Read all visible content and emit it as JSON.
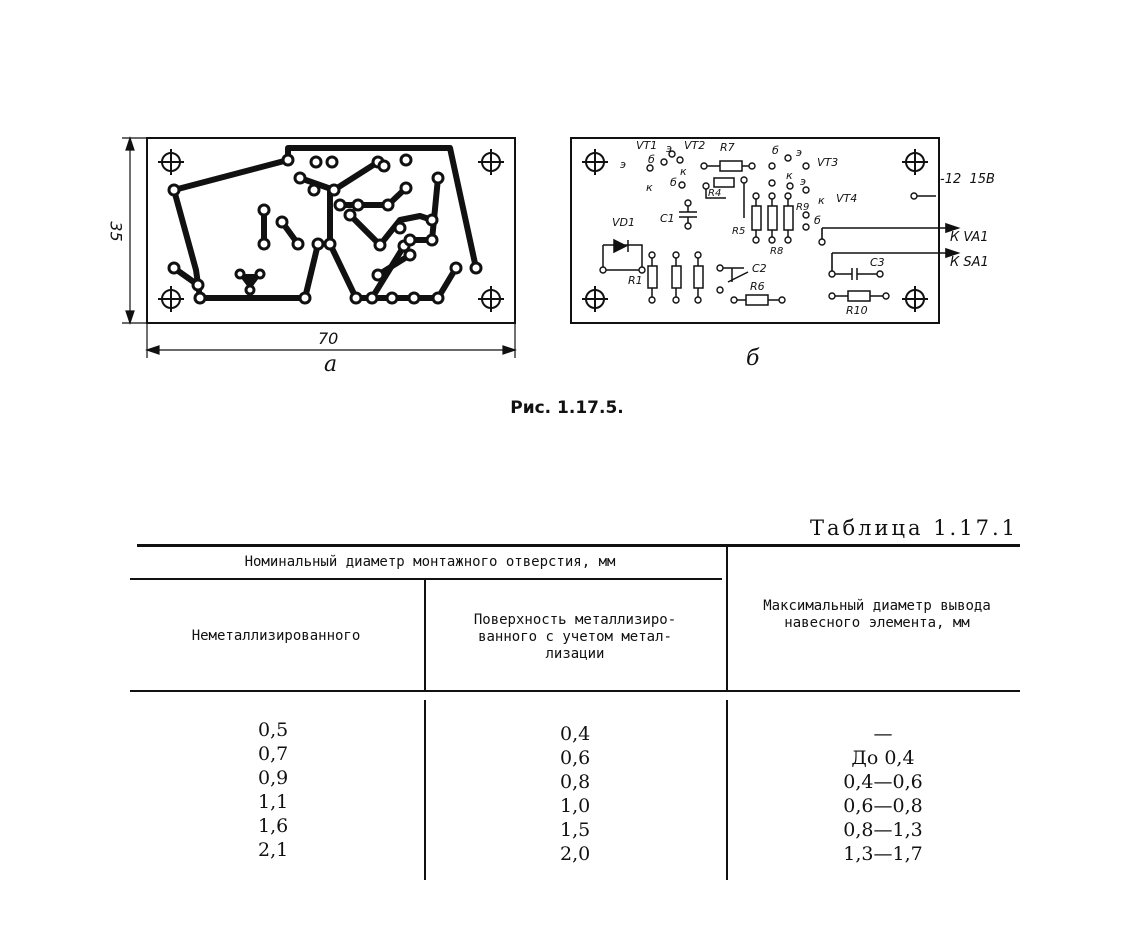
{
  "figure": {
    "caption": "Рис. 1.17.5.",
    "board_a": {
      "label": "а",
      "dim_width": "70",
      "dim_height": "35"
    },
    "board_b": {
      "label": "б",
      "components": [
        "VT1",
        "VT2",
        "R7",
        "VT3",
        "VT4",
        "R4",
        "R5",
        "R8",
        "R9",
        "VD1",
        "C1",
        "C2",
        "R1",
        "R6",
        "C3",
        "R10"
      ],
      "pin_labels": [
        "э",
        "б",
        "к",
        "э",
        "б",
        "к",
        "б",
        "э",
        "к",
        "э",
        "к",
        "б"
      ],
      "terminals": [
        "-12  15В",
        "К VA1",
        "К SA1"
      ]
    }
  },
  "table": {
    "title": "Таблица 1.17.1",
    "header": {
      "group": "Номинальный диаметр монтажного отверстия, мм",
      "col1": "Неметаллизированного",
      "col2": "Поверхность металлизиро- ванного с учетом метал- лизации",
      "col3": "Максимальный диаметр вывода навесного элемента, мм"
    },
    "rows": [
      {
        "c1": "0,5",
        "c2": "0,4",
        "c3": "—"
      },
      {
        "c1": "0,7",
        "c2": "0,6",
        "c3": "До 0,4"
      },
      {
        "c1": "0,9",
        "c2": "0,8",
        "c3": "0,4—0,6"
      },
      {
        "c1": "1,1",
        "c2": "1,0",
        "c3": "0,6—0,8"
      },
      {
        "c1": "1,6",
        "c2": "1,5",
        "c3": "0,8—1,3"
      },
      {
        "c1": "2,1",
        "c2": "2,0",
        "c3": "1,3—1,7"
      }
    ]
  }
}
